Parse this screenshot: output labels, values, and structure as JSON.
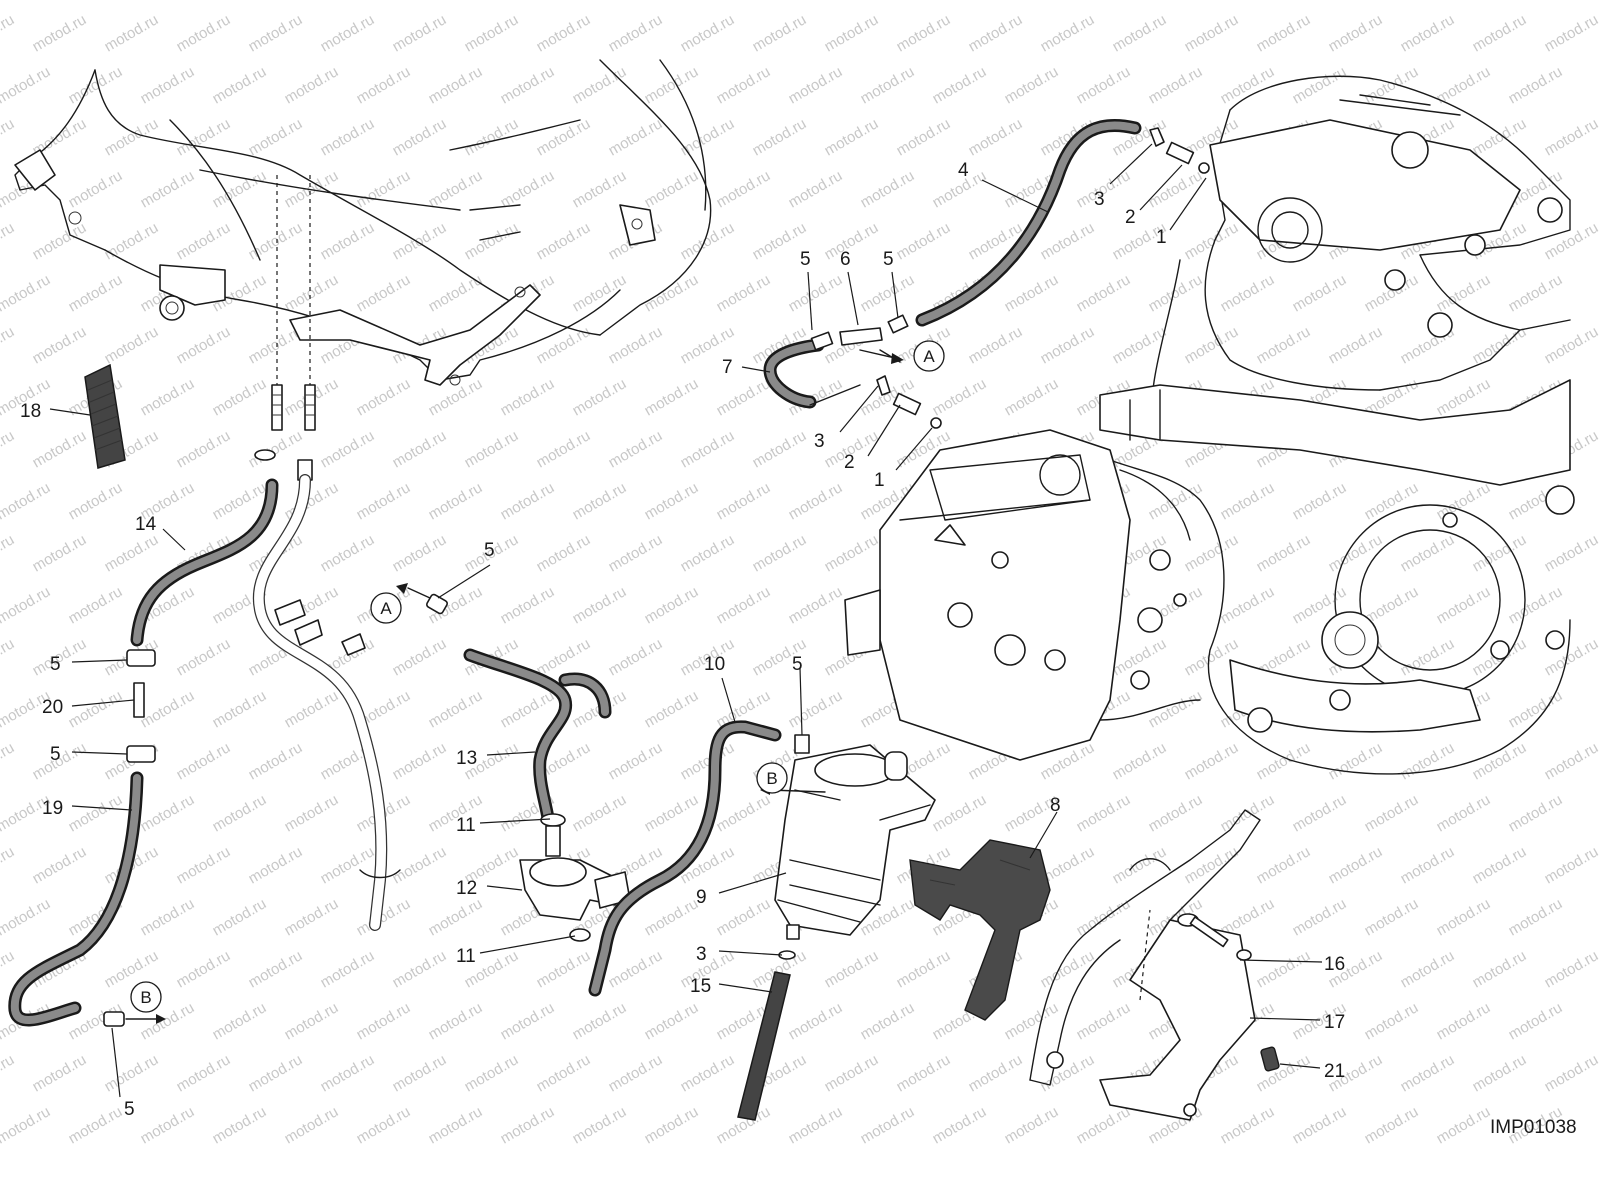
{
  "watermark": "motod.ru",
  "drawing_code": "IMP01038",
  "callouts": [
    {
      "id": "c1a",
      "label": "1"
    },
    {
      "id": "c2a",
      "label": "2"
    },
    {
      "id": "c3a",
      "label": "3"
    },
    {
      "id": "c4",
      "label": "4"
    },
    {
      "id": "c5a",
      "label": "5"
    },
    {
      "id": "c6",
      "label": "6"
    },
    {
      "id": "c5b",
      "label": "5"
    },
    {
      "id": "c7",
      "label": "7"
    },
    {
      "id": "c3b",
      "label": "3"
    },
    {
      "id": "c2b",
      "label": "2"
    },
    {
      "id": "c1b",
      "label": "1"
    },
    {
      "id": "c18",
      "label": "18"
    },
    {
      "id": "c14",
      "label": "14"
    },
    {
      "id": "c5c",
      "label": "5"
    },
    {
      "id": "c20",
      "label": "20"
    },
    {
      "id": "c5d",
      "label": "5"
    },
    {
      "id": "c19",
      "label": "19"
    },
    {
      "id": "c5e",
      "label": "5"
    },
    {
      "id": "c5f",
      "label": "5"
    },
    {
      "id": "c13",
      "label": "13"
    },
    {
      "id": "c11a",
      "label": "11"
    },
    {
      "id": "c12",
      "label": "12"
    },
    {
      "id": "c11b",
      "label": "11"
    },
    {
      "id": "c10",
      "label": "10"
    },
    {
      "id": "c5g",
      "label": "5"
    },
    {
      "id": "c9",
      "label": "9"
    },
    {
      "id": "c3c",
      "label": "3"
    },
    {
      "id": "c15",
      "label": "15"
    },
    {
      "id": "c8",
      "label": "8"
    },
    {
      "id": "c16",
      "label": "16"
    },
    {
      "id": "c17",
      "label": "17"
    },
    {
      "id": "c21",
      "label": "21"
    }
  ],
  "references": [
    {
      "id": "refA1",
      "letter": "A"
    },
    {
      "id": "refA2",
      "letter": "A"
    },
    {
      "id": "refB1",
      "letter": "B"
    },
    {
      "id": "refB2",
      "letter": "B"
    }
  ]
}
